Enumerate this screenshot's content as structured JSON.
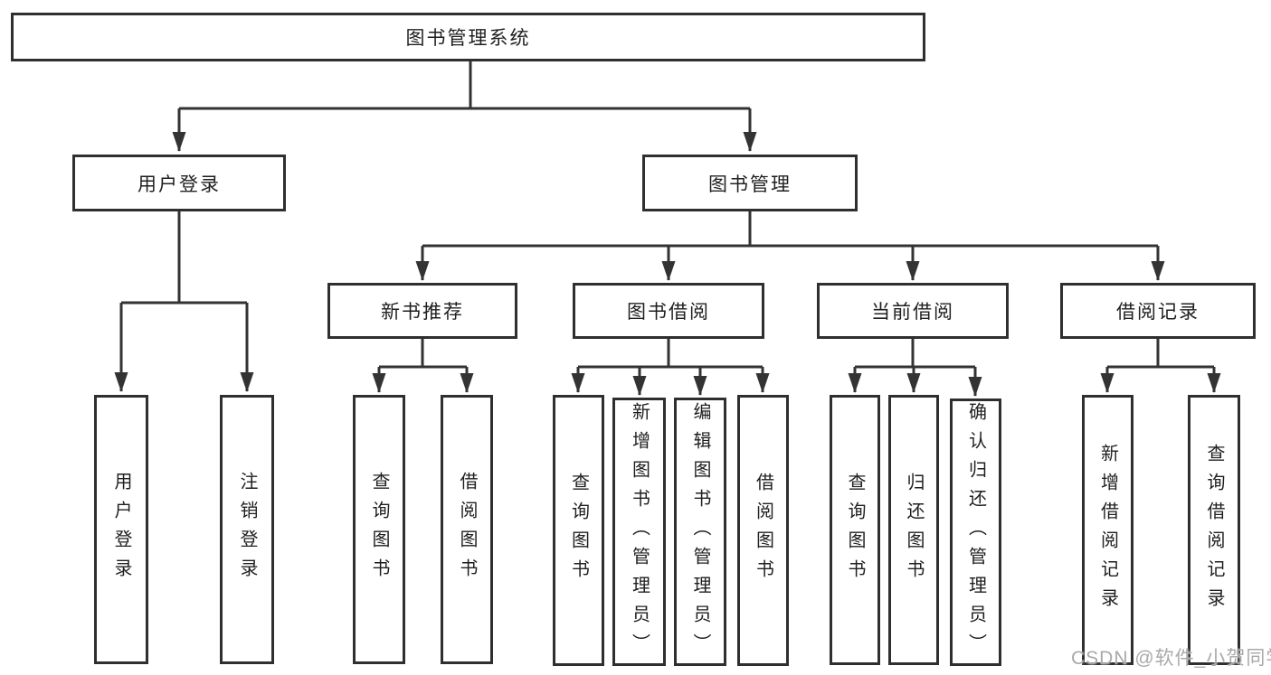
{
  "diagram": {
    "type": "tree",
    "title": "图书管理系统",
    "nodes": {
      "root": {
        "label": "图书管理系统"
      },
      "login": {
        "label": "用户登录"
      },
      "manage": {
        "label": "图书管理"
      },
      "recommend": {
        "label": "新书推荐"
      },
      "borrow": {
        "label": "图书借阅"
      },
      "current": {
        "label": "当前借阅"
      },
      "records": {
        "label": "借阅记录"
      },
      "login_user": {
        "label": "用户登录"
      },
      "login_logout": {
        "label": "注销登录"
      },
      "rec_query": {
        "label": "查询图书"
      },
      "rec_borrow": {
        "label": "借阅图书"
      },
      "bor_query": {
        "label": "查询图书"
      },
      "bor_add": {
        "label": "新增图书（管理员）"
      },
      "bor_edit": {
        "label": "编辑图书（管理员）"
      },
      "bor_borrow": {
        "label": "借阅图书"
      },
      "cur_query": {
        "label": "查询图书"
      },
      "cur_return": {
        "label": "归还图书"
      },
      "cur_confirm": {
        "label": "确认归还（管理员）"
      },
      "recd_add": {
        "label": "新增借阅记录"
      },
      "recd_query": {
        "label": "查询借阅记录"
      }
    },
    "hierarchy": {
      "root": [
        "login",
        "manage"
      ],
      "login": [
        "login_user",
        "login_logout"
      ],
      "manage": [
        "recommend",
        "borrow",
        "current",
        "records"
      ],
      "recommend": [
        "rec_query",
        "rec_borrow"
      ],
      "borrow": [
        "bor_query",
        "bor_add",
        "bor_edit",
        "bor_borrow"
      ],
      "current": [
        "cur_query",
        "cur_return",
        "cur_confirm"
      ],
      "records": [
        "recd_add",
        "recd_query"
      ]
    },
    "colors": {
      "line": "#333333",
      "box_border": "#2f2f2f",
      "box_fill": "#ffffff",
      "text": "#1f1f1f",
      "background": "#ffffff",
      "watermark": "#a9a9a9"
    }
  },
  "watermark": {
    "text": "CSDN @软件_小贺同学"
  }
}
